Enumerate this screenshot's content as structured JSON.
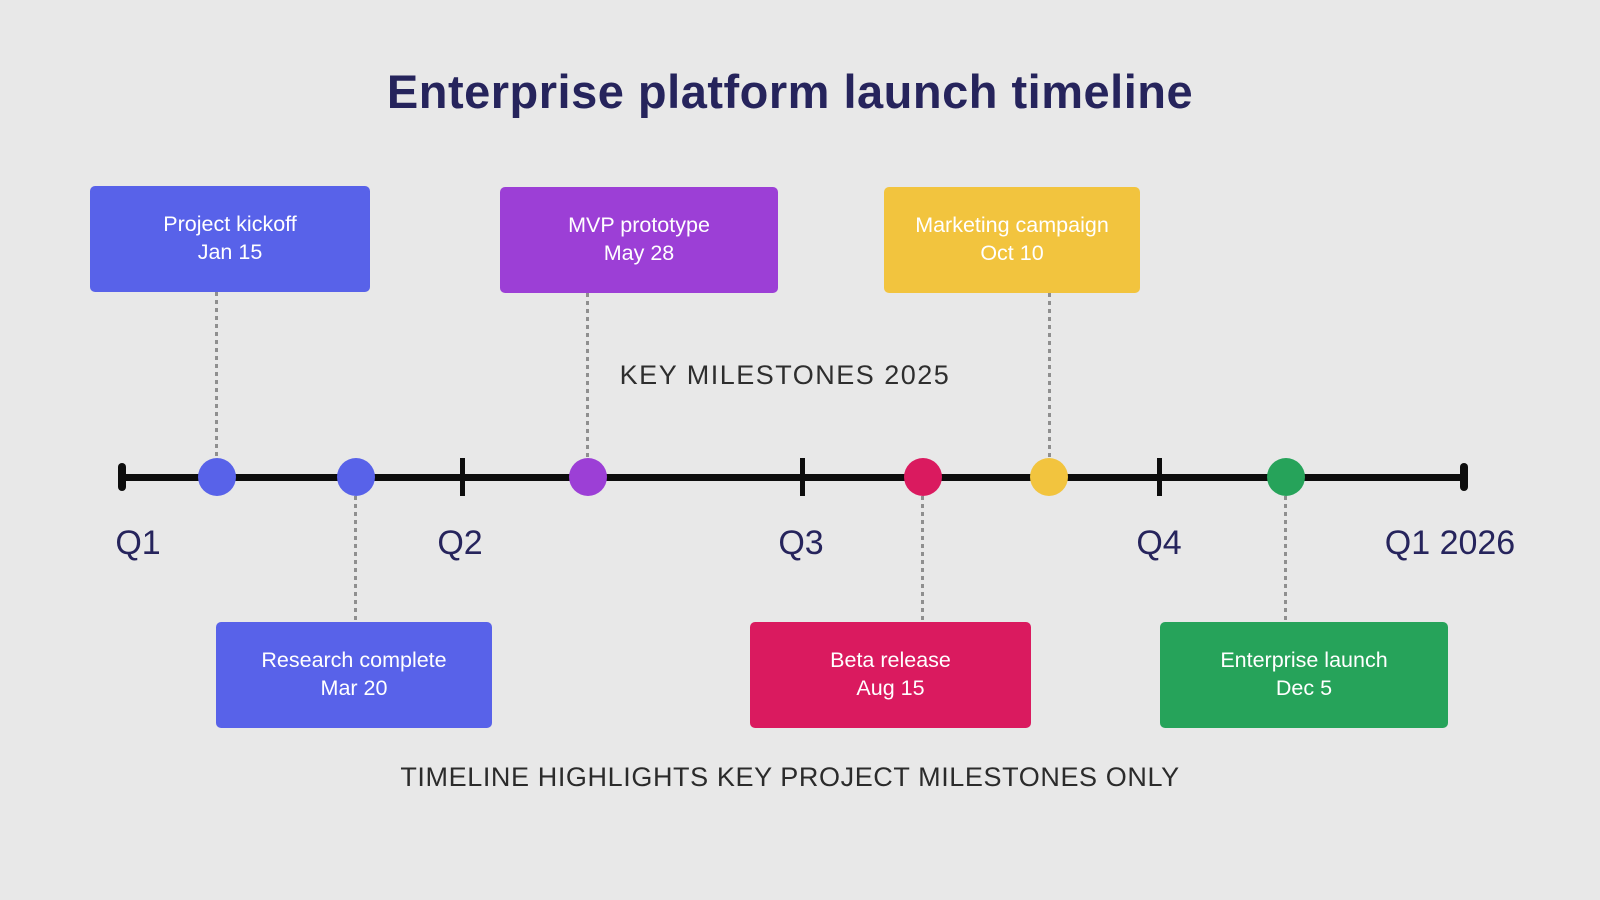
{
  "background_color": "#E8E8E8",
  "title": {
    "text": "Enterprise platform launch timeline",
    "color": "#26245C"
  },
  "subtitle": {
    "text": "KEY MILESTONES 2025",
    "color": "#2E2E2E"
  },
  "footer": {
    "text": "TIMELINE HIGHLIGHTS KEY PROJECT MILESTONES ONLY",
    "color": "#2B2B2B"
  },
  "timeline": {
    "axis_color": "#0D0D0D",
    "connector_color": "#8F8F8F",
    "label_color": "#26245C",
    "quarters": [
      {
        "label": "Q1"
      },
      {
        "label": "Q2"
      },
      {
        "label": "Q3"
      },
      {
        "label": "Q4"
      },
      {
        "label": "Q1 2026"
      }
    ]
  },
  "milestones": [
    {
      "title": "Project kickoff",
      "date": "Jan 15",
      "color": "#5862E9",
      "side": "above"
    },
    {
      "title": "Research complete",
      "date": "Mar 20",
      "color": "#5862E9",
      "side": "below"
    },
    {
      "title": "MVP prototype",
      "date": "May 28",
      "color": "#9C3FD6",
      "side": "above"
    },
    {
      "title": "Beta release",
      "date": "Aug 15",
      "color": "#DA1A5F",
      "side": "below"
    },
    {
      "title": "Marketing campaign",
      "date": "Oct 10",
      "color": "#F2C43E",
      "side": "above"
    },
    {
      "title": "Enterprise launch",
      "date": "Dec 5",
      "color": "#26A35A",
      "side": "below"
    }
  ]
}
